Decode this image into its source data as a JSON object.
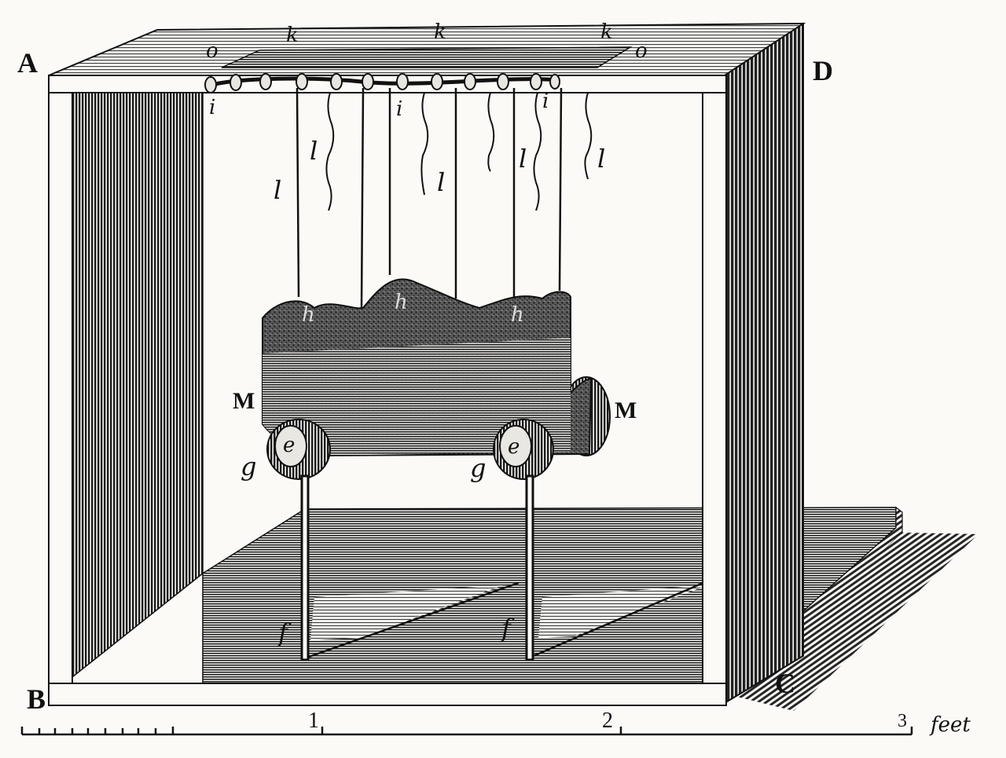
{
  "labels": {
    "corner_a": "A",
    "corner_b": "B",
    "corner_c": "C",
    "corner_d": "D",
    "slot_left": "o",
    "slot_right": "o",
    "top_k1": "k",
    "top_k2": "k",
    "top_k3": "k",
    "hook_i1": "i",
    "hook_i2": "i",
    "hook_i3": "i",
    "line_l1": "l",
    "line_l2": "l",
    "line_l3": "l",
    "line_l4": "l",
    "line_l5": "l",
    "log_m_left": "M",
    "log_m_right": "M",
    "clamp_g1": "g",
    "clamp_g2": "g",
    "clamp_e1": "e",
    "clamp_e2": "e",
    "leg_f1": "f",
    "leg_f2": "f",
    "bark_h1": "h",
    "bark_h2": "h",
    "bark_h3": "h"
  },
  "scale": {
    "mark_1": "1",
    "mark_2": "2",
    "mark_3": "3",
    "unit": "feet"
  },
  "colors": {
    "ink": "#111111",
    "paper": "#fbfaf7",
    "shade": "#3a3a3a",
    "mid": "#6b6b6b"
  }
}
